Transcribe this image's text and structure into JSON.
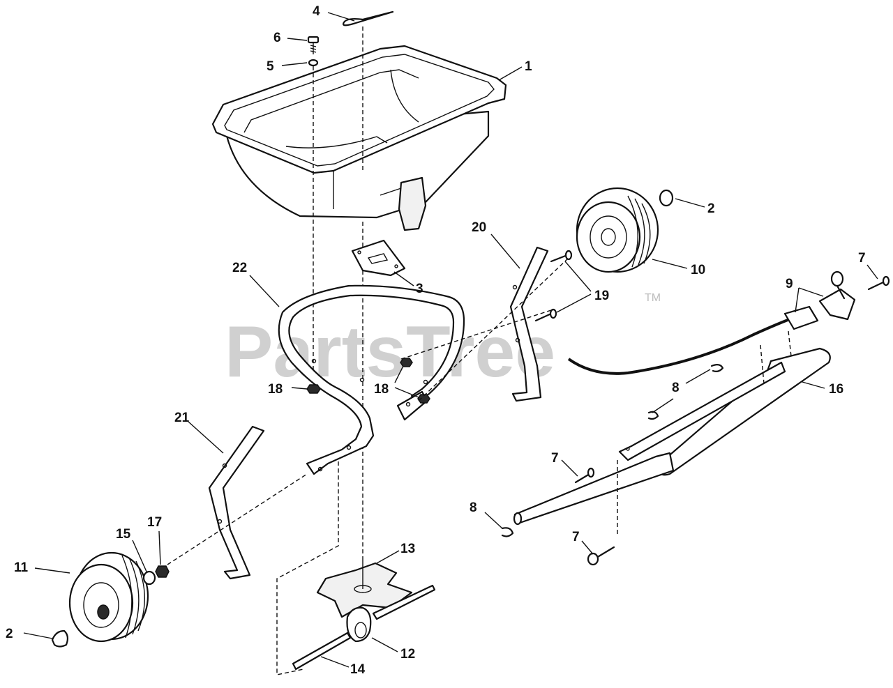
{
  "watermark": {
    "text": "PartsTree",
    "trademark": "TM"
  },
  "callouts": [
    {
      "id": "c4",
      "label": "4"
    },
    {
      "id": "c6",
      "label": "6"
    },
    {
      "id": "c5",
      "label": "5"
    },
    {
      "id": "c1",
      "label": "1"
    },
    {
      "id": "c2a",
      "label": "2"
    },
    {
      "id": "c10",
      "label": "10"
    },
    {
      "id": "c20",
      "label": "20"
    },
    {
      "id": "c19",
      "label": "19"
    },
    {
      "id": "c22",
      "label": "22"
    },
    {
      "id": "c3",
      "label": "3"
    },
    {
      "id": "c7a",
      "label": "7"
    },
    {
      "id": "c9",
      "label": "9"
    },
    {
      "id": "c18a",
      "label": "18"
    },
    {
      "id": "c18b",
      "label": "18"
    },
    {
      "id": "c16",
      "label": "16"
    },
    {
      "id": "c8a",
      "label": "8"
    },
    {
      "id": "c21",
      "label": "21"
    },
    {
      "id": "c7b",
      "label": "7"
    },
    {
      "id": "c8b",
      "label": "8"
    },
    {
      "id": "c17",
      "label": "17"
    },
    {
      "id": "c15",
      "label": "15"
    },
    {
      "id": "c7c",
      "label": "7"
    },
    {
      "id": "c13",
      "label": "13"
    },
    {
      "id": "c11",
      "label": "11"
    },
    {
      "id": "c12",
      "label": "12"
    },
    {
      "id": "c2b",
      "label": "2"
    },
    {
      "id": "c14",
      "label": "14"
    }
  ]
}
